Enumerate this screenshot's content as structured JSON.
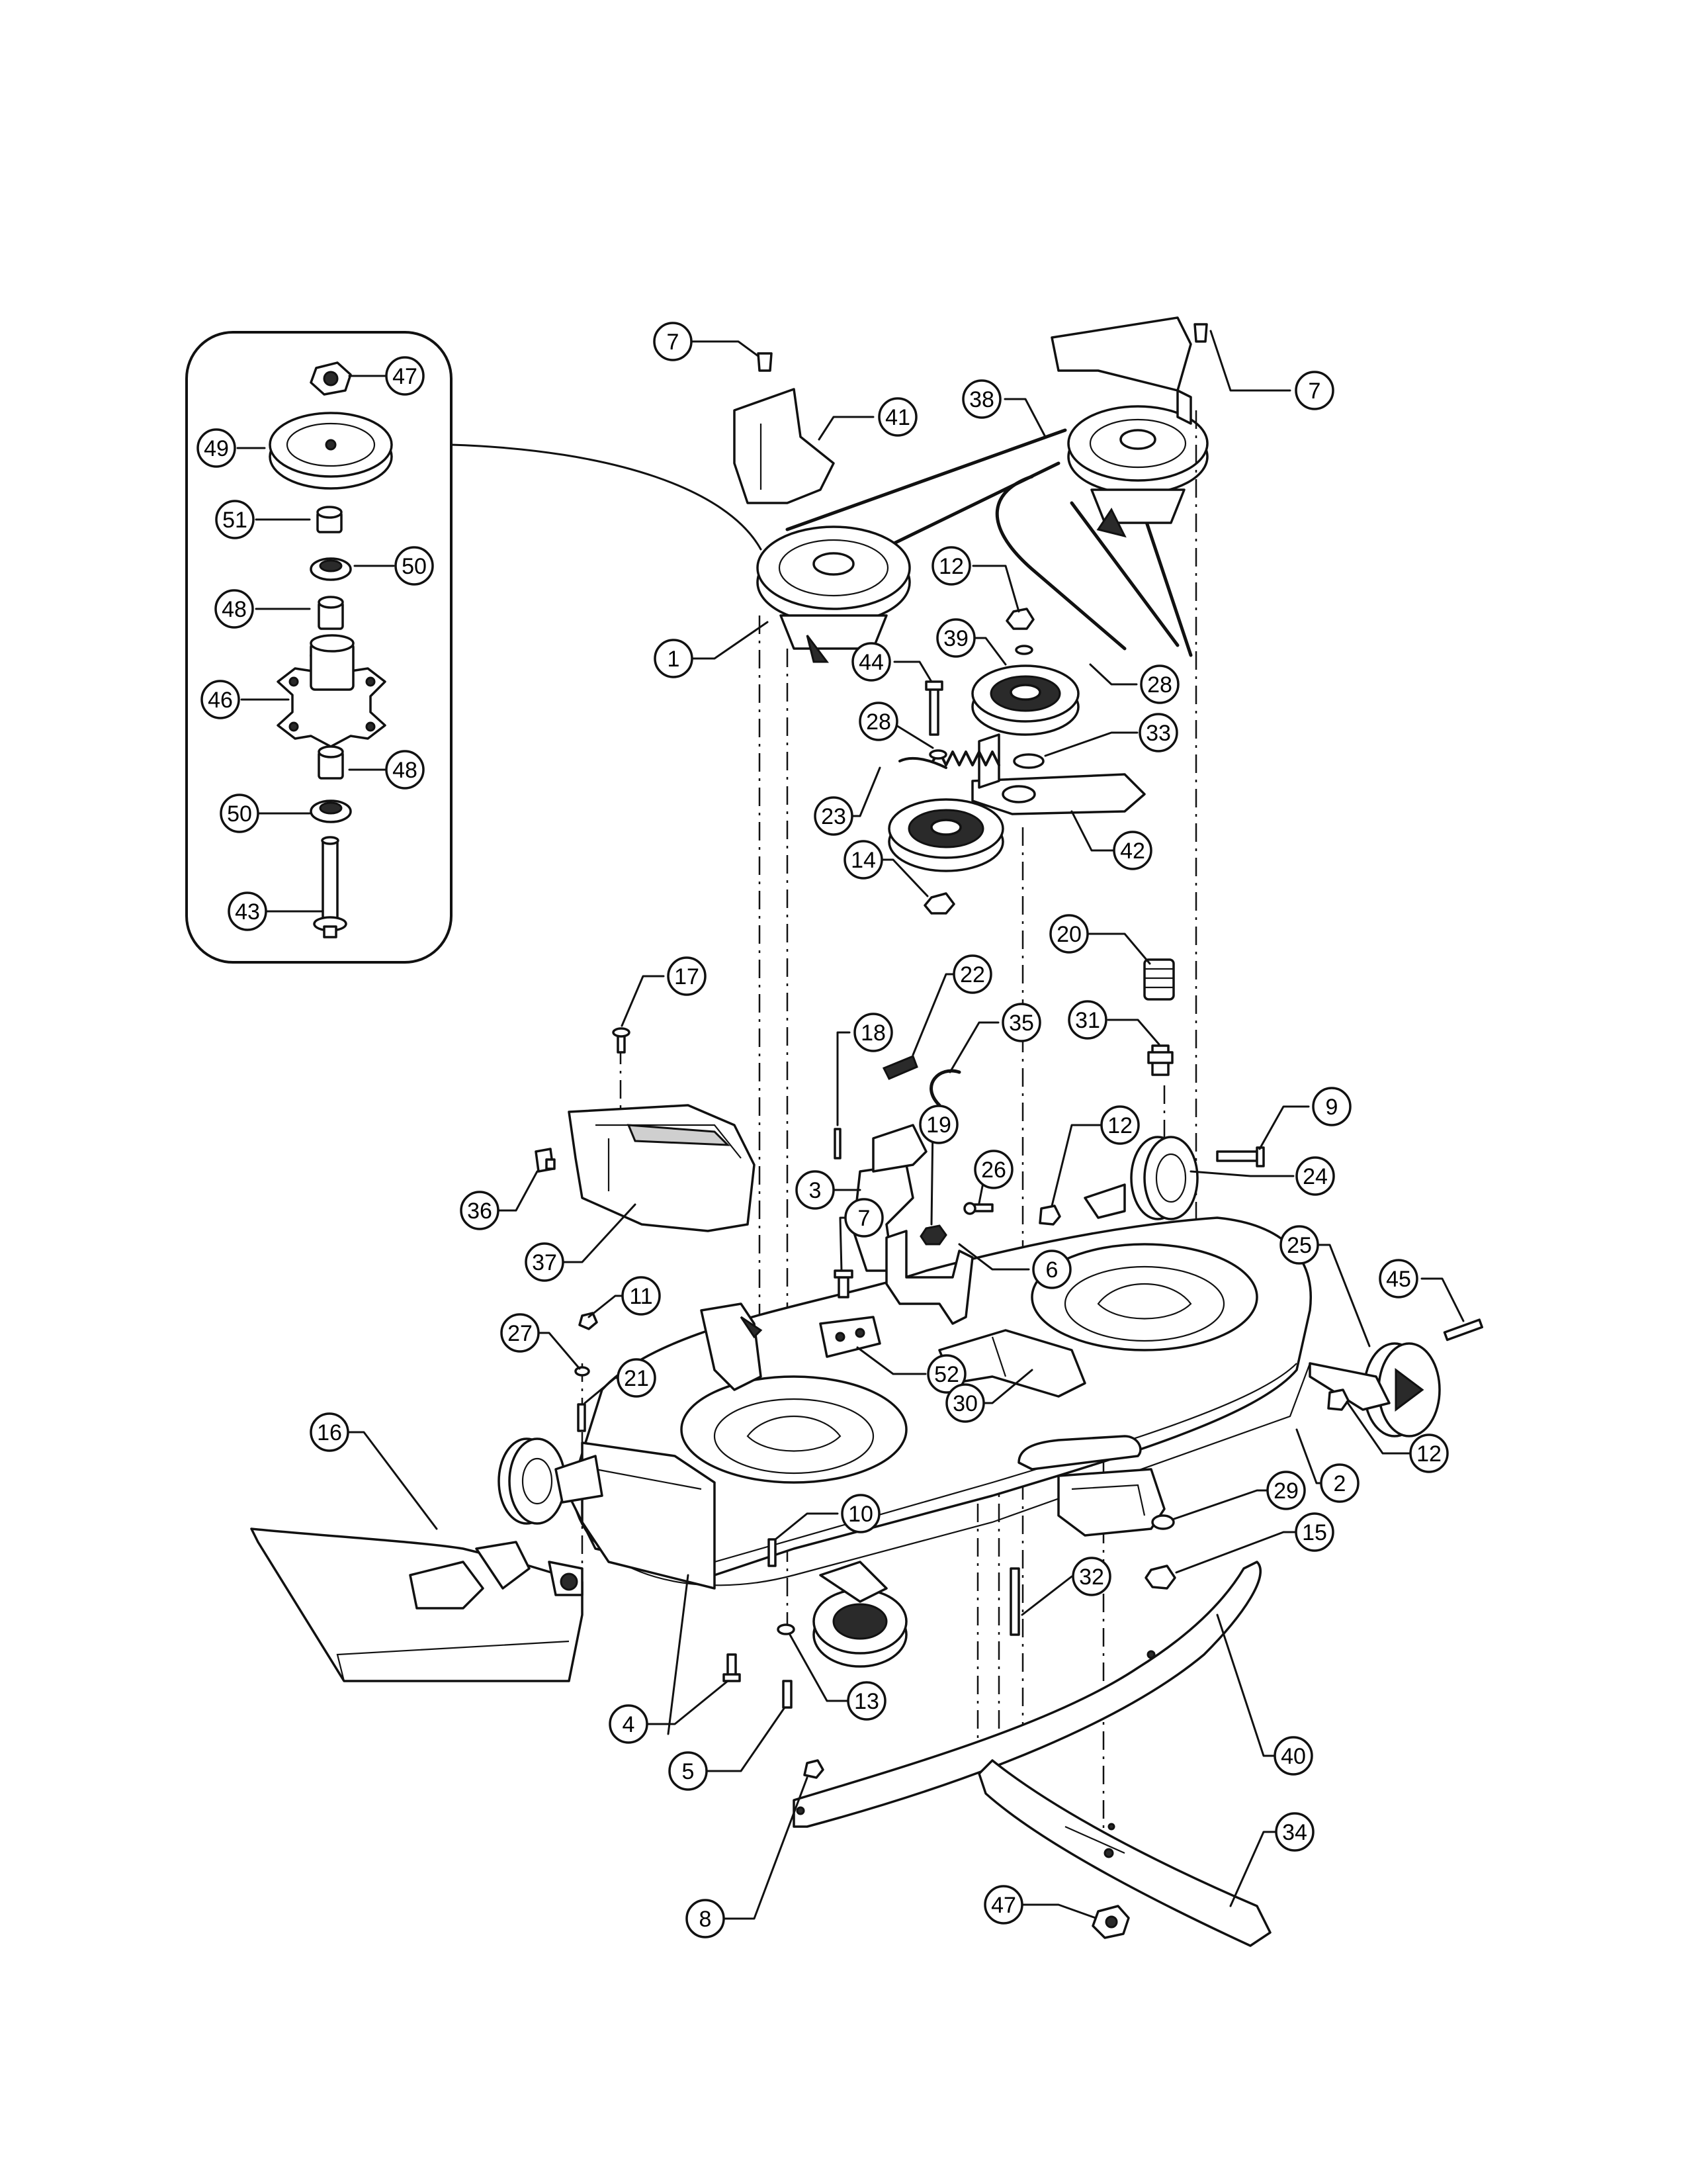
{
  "callouts": [
    {
      "id": "c7a",
      "label": "7"
    },
    {
      "id": "c41",
      "label": "41"
    },
    {
      "id": "c38",
      "label": "38"
    },
    {
      "id": "c7b",
      "label": "7"
    },
    {
      "id": "c47a",
      "label": "47"
    },
    {
      "id": "c49",
      "label": "49"
    },
    {
      "id": "c51",
      "label": "51"
    },
    {
      "id": "c50a",
      "label": "50"
    },
    {
      "id": "c48a",
      "label": "48"
    },
    {
      "id": "c46",
      "label": "46"
    },
    {
      "id": "c48b",
      "label": "48"
    },
    {
      "id": "c50b",
      "label": "50"
    },
    {
      "id": "c43",
      "label": "43"
    },
    {
      "id": "c12a",
      "label": "12"
    },
    {
      "id": "c1",
      "label": "1"
    },
    {
      "id": "c39",
      "label": "39"
    },
    {
      "id": "c28a",
      "label": "28"
    },
    {
      "id": "c44",
      "label": "44"
    },
    {
      "id": "c28b",
      "label": "28"
    },
    {
      "id": "c33",
      "label": "33"
    },
    {
      "id": "c23",
      "label": "23"
    },
    {
      "id": "c42",
      "label": "42"
    },
    {
      "id": "c14",
      "label": "14"
    },
    {
      "id": "c20",
      "label": "20"
    },
    {
      "id": "c17",
      "label": "17"
    },
    {
      "id": "c22",
      "label": "22"
    },
    {
      "id": "c18",
      "label": "18"
    },
    {
      "id": "c35",
      "label": "35"
    },
    {
      "id": "c31",
      "label": "31"
    },
    {
      "id": "c9",
      "label": "9"
    },
    {
      "id": "c12b",
      "label": "12"
    },
    {
      "id": "c24",
      "label": "24"
    },
    {
      "id": "c19",
      "label": "19"
    },
    {
      "id": "c26",
      "label": "26"
    },
    {
      "id": "c3",
      "label": "3"
    },
    {
      "id": "c36",
      "label": "36"
    },
    {
      "id": "c7c",
      "label": "7"
    },
    {
      "id": "c6",
      "label": "6"
    },
    {
      "id": "c37",
      "label": "37"
    },
    {
      "id": "c25",
      "label": "25"
    },
    {
      "id": "c45",
      "label": "45"
    },
    {
      "id": "c11",
      "label": "11"
    },
    {
      "id": "c27",
      "label": "27"
    },
    {
      "id": "c21",
      "label": "21"
    },
    {
      "id": "c52",
      "label": "52"
    },
    {
      "id": "c30",
      "label": "30"
    },
    {
      "id": "c12c",
      "label": "12"
    },
    {
      "id": "c16",
      "label": "16"
    },
    {
      "id": "c2",
      "label": "2"
    },
    {
      "id": "c10",
      "label": "10"
    },
    {
      "id": "c29",
      "label": "29"
    },
    {
      "id": "c15",
      "label": "15"
    },
    {
      "id": "c32",
      "label": "32"
    },
    {
      "id": "c13",
      "label": "13"
    },
    {
      "id": "c4",
      "label": "4"
    },
    {
      "id": "c40",
      "label": "40"
    },
    {
      "id": "c5",
      "label": "5"
    },
    {
      "id": "c34",
      "label": "34"
    },
    {
      "id": "c47b",
      "label": "47"
    },
    {
      "id": "c8",
      "label": "8"
    }
  ]
}
